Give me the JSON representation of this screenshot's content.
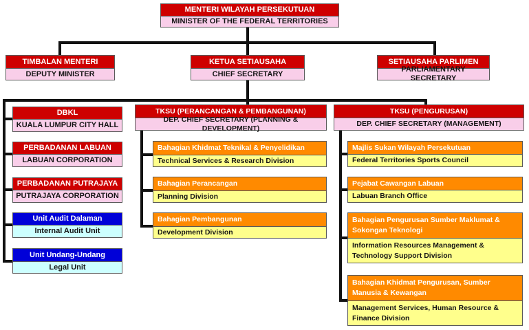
{
  "org": {
    "minister": {
      "title": "MENTERI WILAYAH PERSEKUTUAN",
      "subtitle": "MINISTER OF THE FEDERAL TERRITORIES"
    },
    "row2": [
      {
        "title": "TIMBALAN MENTERI",
        "subtitle": "DEPUTY MINISTER"
      },
      {
        "title": "KETUA SETIAUSAHA",
        "subtitle": "CHIEF SECRETARY"
      },
      {
        "title": "SETIAUSAHA PARLIMEN",
        "subtitle": "PARLIAMENTARY SECRETARY"
      }
    ],
    "left_column": [
      {
        "title": "DBKL",
        "subtitle": "KUALA LUMPUR CITY HALL"
      },
      {
        "title": "PERBADANAN LABUAN",
        "subtitle": "LABUAN CORPORATION"
      },
      {
        "title": "PERBADANAN PUTRAJAYA",
        "subtitle": "PUTRAJAYA CORPORATION"
      },
      {
        "title": "Unit Audit Dalaman",
        "subtitle": "Internal Audit Unit"
      },
      {
        "title": "Unit Undang-Undang",
        "subtitle": "Legal Unit"
      }
    ],
    "planning_branch": {
      "title": "TKSU (PERANCANGAN & PEMBANGUNAN)",
      "subtitle": "DEP. CHIEF SECRETARY (PLANNING & DEVELOPMENT)",
      "children": [
        {
          "title": "Bahagian Khidmat Teknikal & Penyelidikan",
          "subtitle": "Technical Services & Research Division"
        },
        {
          "title": "Bahagian Perancangan",
          "subtitle": "Planning Division"
        },
        {
          "title": "Bahagian Pembangunan",
          "subtitle": "Development Division"
        }
      ]
    },
    "management_branch": {
      "title": "TKSU (PENGURUSAN)",
      "subtitle": "DEP. CHIEF SECRETARY (MANAGEMENT)",
      "children": [
        {
          "title": "Majlis Sukan Wilayah Persekutuan",
          "subtitle": "Federal Territories Sports Council"
        },
        {
          "title": "Pejabat Cawangan Labuan",
          "subtitle": "Labuan Branch Office"
        },
        {
          "title": "Bahagian Pengurusan Sumber Maklumat & Sokongan Teknologi",
          "subtitle": "Information Resources Management & Technology Support Division"
        },
        {
          "title": "Bahagian Khidmat Pengurusan, Sumber Manusia & Kewangan",
          "subtitle": "Management Services, Human Resource & Finance Division"
        }
      ]
    },
    "colors": {
      "red_header": "#ce0000",
      "pink_sub": "#f9cee9",
      "blue_header": "#0000d8",
      "cyan_sub": "#ccffff",
      "orange_header": "#ff8a00",
      "yellow_sub": "#ffff8c",
      "connector": "#111111"
    }
  }
}
